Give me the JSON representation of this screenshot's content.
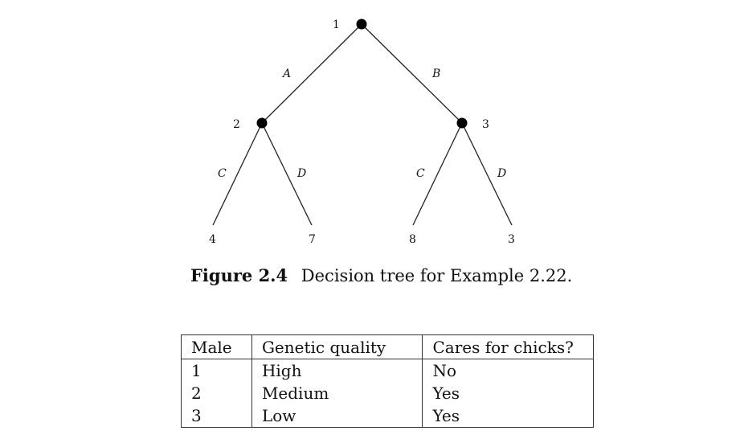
{
  "tree": {
    "nodes": [
      {
        "id": "n1",
        "label": "1"
      },
      {
        "id": "n2",
        "label": "2"
      },
      {
        "id": "n3",
        "label": "3"
      }
    ],
    "edges": [
      {
        "from": "n1",
        "to": "n2",
        "label": "A"
      },
      {
        "from": "n1",
        "to": "n3",
        "label": "B"
      },
      {
        "from": "n2",
        "to": "leaf1",
        "label": "C"
      },
      {
        "from": "n2",
        "to": "leaf2",
        "label": "D"
      },
      {
        "from": "n3",
        "to": "leaf3",
        "label": "C"
      },
      {
        "from": "n3",
        "to": "leaf4",
        "label": "D"
      }
    ],
    "leaves": [
      {
        "id": "leaf1",
        "payoff": "4"
      },
      {
        "id": "leaf2",
        "payoff": "7"
      },
      {
        "id": "leaf3",
        "payoff": "8"
      },
      {
        "id": "leaf4",
        "payoff": "3"
      }
    ]
  },
  "caption": {
    "figure_label": "Figure 2.4",
    "text": "Decision tree for Example 2.22."
  },
  "table": {
    "headers": [
      "Male",
      "Genetic quality",
      "Cares for chicks?"
    ],
    "rows": [
      [
        "1",
        "High",
        "No"
      ],
      [
        "2",
        "Medium",
        "Yes"
      ],
      [
        "3",
        "Low",
        "Yes"
      ]
    ]
  }
}
